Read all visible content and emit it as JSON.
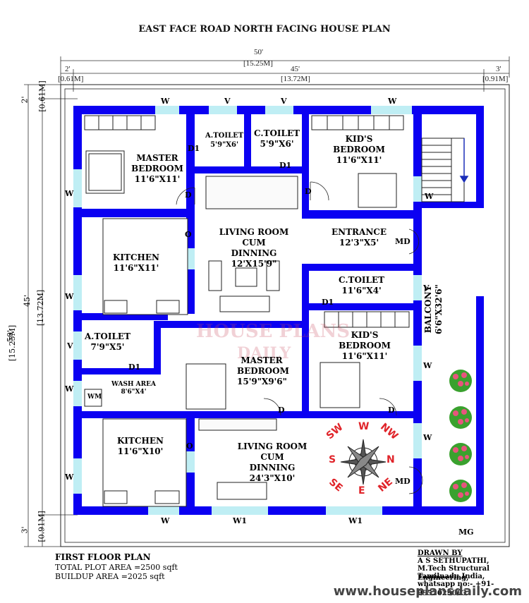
{
  "title": "EAST FACE ROAD NORTH FACING HOUSE PLAN",
  "dimensions": {
    "overall_width": "50'",
    "overall_width_m": "[15.25M]",
    "left_margin": "2'",
    "left_margin_m": "[0.61M]",
    "inner_width": "45'",
    "inner_width_m": "[13.72M]",
    "right_margin": "3'",
    "right_margin_m": "[0.91M]",
    "top_margin": "2'",
    "top_margin_m": "[0.61M]",
    "overall_height": "50'",
    "overall_height_m": "[15.25M]",
    "inner_height": "45'",
    "inner_height_m": "[13.72M]",
    "bottom_margin": "3'",
    "bottom_margin_m": "[0.91M]"
  },
  "rooms": {
    "master_bedroom_top": {
      "name": "MASTER BEDROOM",
      "size": "11'6\"X11'"
    },
    "a_toilet_top": {
      "name": "A.TOILET",
      "size": "5'9\"X6'"
    },
    "c_toilet_top": {
      "name": "C.TOILET",
      "size": "5'9\"X6'"
    },
    "kids_bedroom_top": {
      "name": "KID'S BEDROOM",
      "size": "11'6\"X11'"
    },
    "kitchen_top": {
      "name": "KITCHEN",
      "size": "11'6\"X11'"
    },
    "living_top": {
      "name": "LIVING ROOM CUM DINNING",
      "size": "12'X15'9\""
    },
    "entrance": {
      "name": "ENTRANCE",
      "size": "12'3\"X5'"
    },
    "c_toilet_mid": {
      "name": "C.TOILET",
      "size": "11'6\"X4'"
    },
    "kids_bedroom_mid": {
      "name": "KID'S BEDROOM",
      "size": "11'6\"X11'"
    },
    "a_toilet_mid": {
      "name": "A.TOILET",
      "size": "7'9\"X5'"
    },
    "master_bedroom_mid": {
      "name": "MASTER BEDROOM",
      "size": "15'9\"X9'6\""
    },
    "wash_area": {
      "name": "WASH AREA",
      "size": "8'6\"X4'"
    },
    "balcony": {
      "name": "BALCONY",
      "size": "6'6\"X32'6\""
    },
    "kitchen_bottom": {
      "name": "KITCHEN",
      "size": "11'6\"X10'"
    },
    "living_bottom": {
      "name": "LIVING ROOM CUM DINNING",
      "size": "24'3\"X10'"
    }
  },
  "marks": {
    "window": "W",
    "window1": "W1",
    "ventilator": "V",
    "door": "D",
    "door1": "D1",
    "main_door": "MD",
    "opening": "O",
    "main_gate": "MG",
    "washing_machine": "WM"
  },
  "compass": {
    "n": "N",
    "s": "S",
    "e": "E",
    "w": "W",
    "ne": "NE",
    "nw": "NW",
    "se": "SE",
    "sw": "SW"
  },
  "footer": {
    "plan_name": "FIRST FLOOR PLAN",
    "total_plot": "TOTAL PLOT AREA =2500 sqft",
    "buildup": "BUILDUP AREA =2025 sqft",
    "drawn_by": "DRAWN BY",
    "author": "A S SETHUPATHI,",
    "qualification": "M.Tech Structural Engineering,",
    "location": "Tamilnadu,India,",
    "whatsapp": "whatsapp no:- +91-9952029063",
    "website": "www.houseplansdaily.com"
  },
  "watermark": {
    "line1": "HOUSE PLANS",
    "line2": "DAILY"
  },
  "colors": {
    "wall": "#0b00f2",
    "window": "#35c4d7",
    "compass": "#e0242a",
    "flower": "#e7557d",
    "leaf": "#3aa12e"
  }
}
